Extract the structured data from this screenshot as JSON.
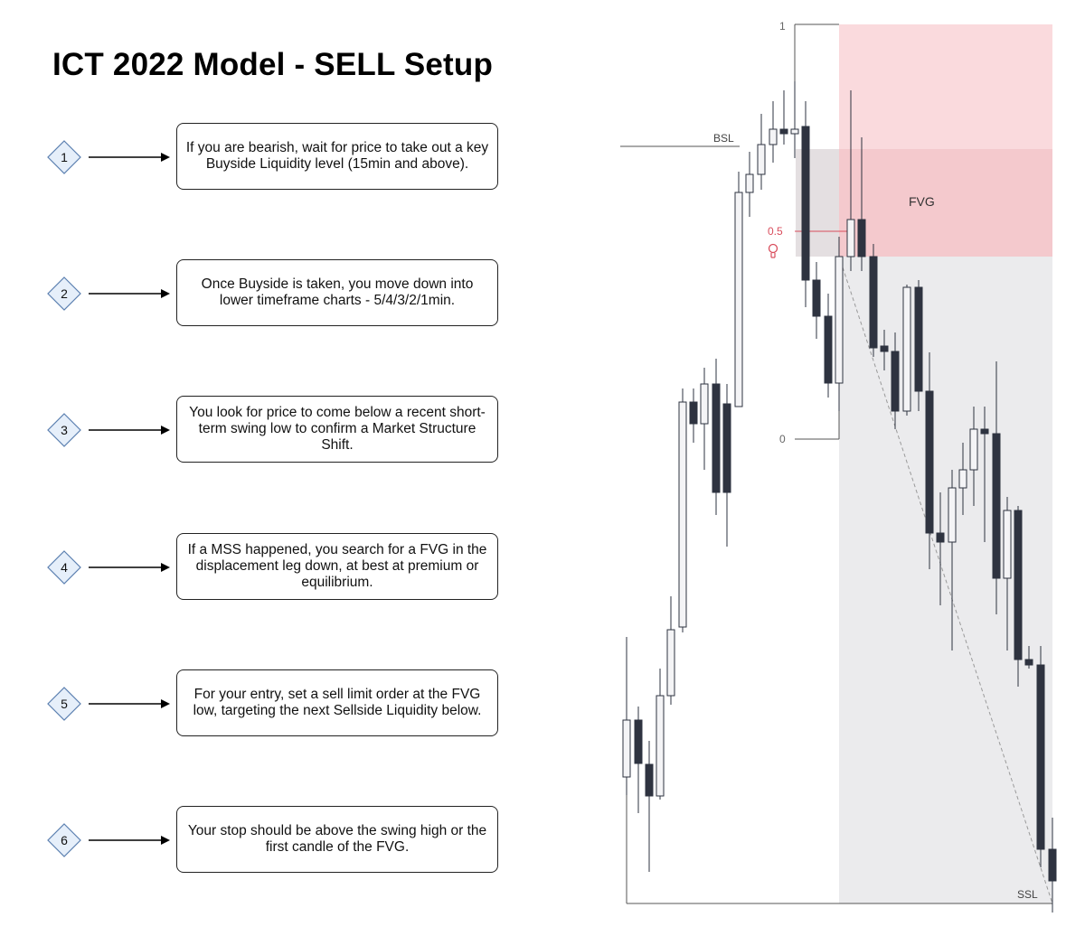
{
  "title": "ICT 2022 Model - SELL Setup",
  "steps": [
    {
      "number": "1",
      "text": "If you are bearish, wait for price to take out a key Buyside Liquidity level (15min and above)."
    },
    {
      "number": "2",
      "text": "Once Buyside is taken, you move down into lower timeframe charts - 5/4/3/2/1min."
    },
    {
      "number": "3",
      "text": "You look for price to come below a recent short-term swing low to confirm a Market Structure Shift."
    },
    {
      "number": "4",
      "text": "If a MSS happened, you search for a FVG in the displacement leg down, at best at premium or equilibrium."
    },
    {
      "number": "5",
      "text": "For your entry, set a sell limit order at the FVG low, targeting the next Sellside Liquidity below."
    },
    {
      "number": "6",
      "text": "Your stop should be above the swing high or the first candle of the FVG."
    }
  ],
  "chart": {
    "labels": {
      "bsl": "BSL",
      "ssl": "SSL",
      "fvg": "FVG",
      "fib_1": "1",
      "fib_half": "0.5",
      "fib_0": "0"
    },
    "colors": {
      "bull_fill": "#f4f4f6",
      "bear_fill": "#2e3340",
      "candle_outline": "#2e3340",
      "fvg_zone": "#f4c9cd",
      "premium_zone": "#fadadd",
      "discount_zone": "#ebebed",
      "fib_half": "#d94d5c",
      "lines": "#555555"
    },
    "icons": [
      "lightbulb-icon"
    ]
  }
}
